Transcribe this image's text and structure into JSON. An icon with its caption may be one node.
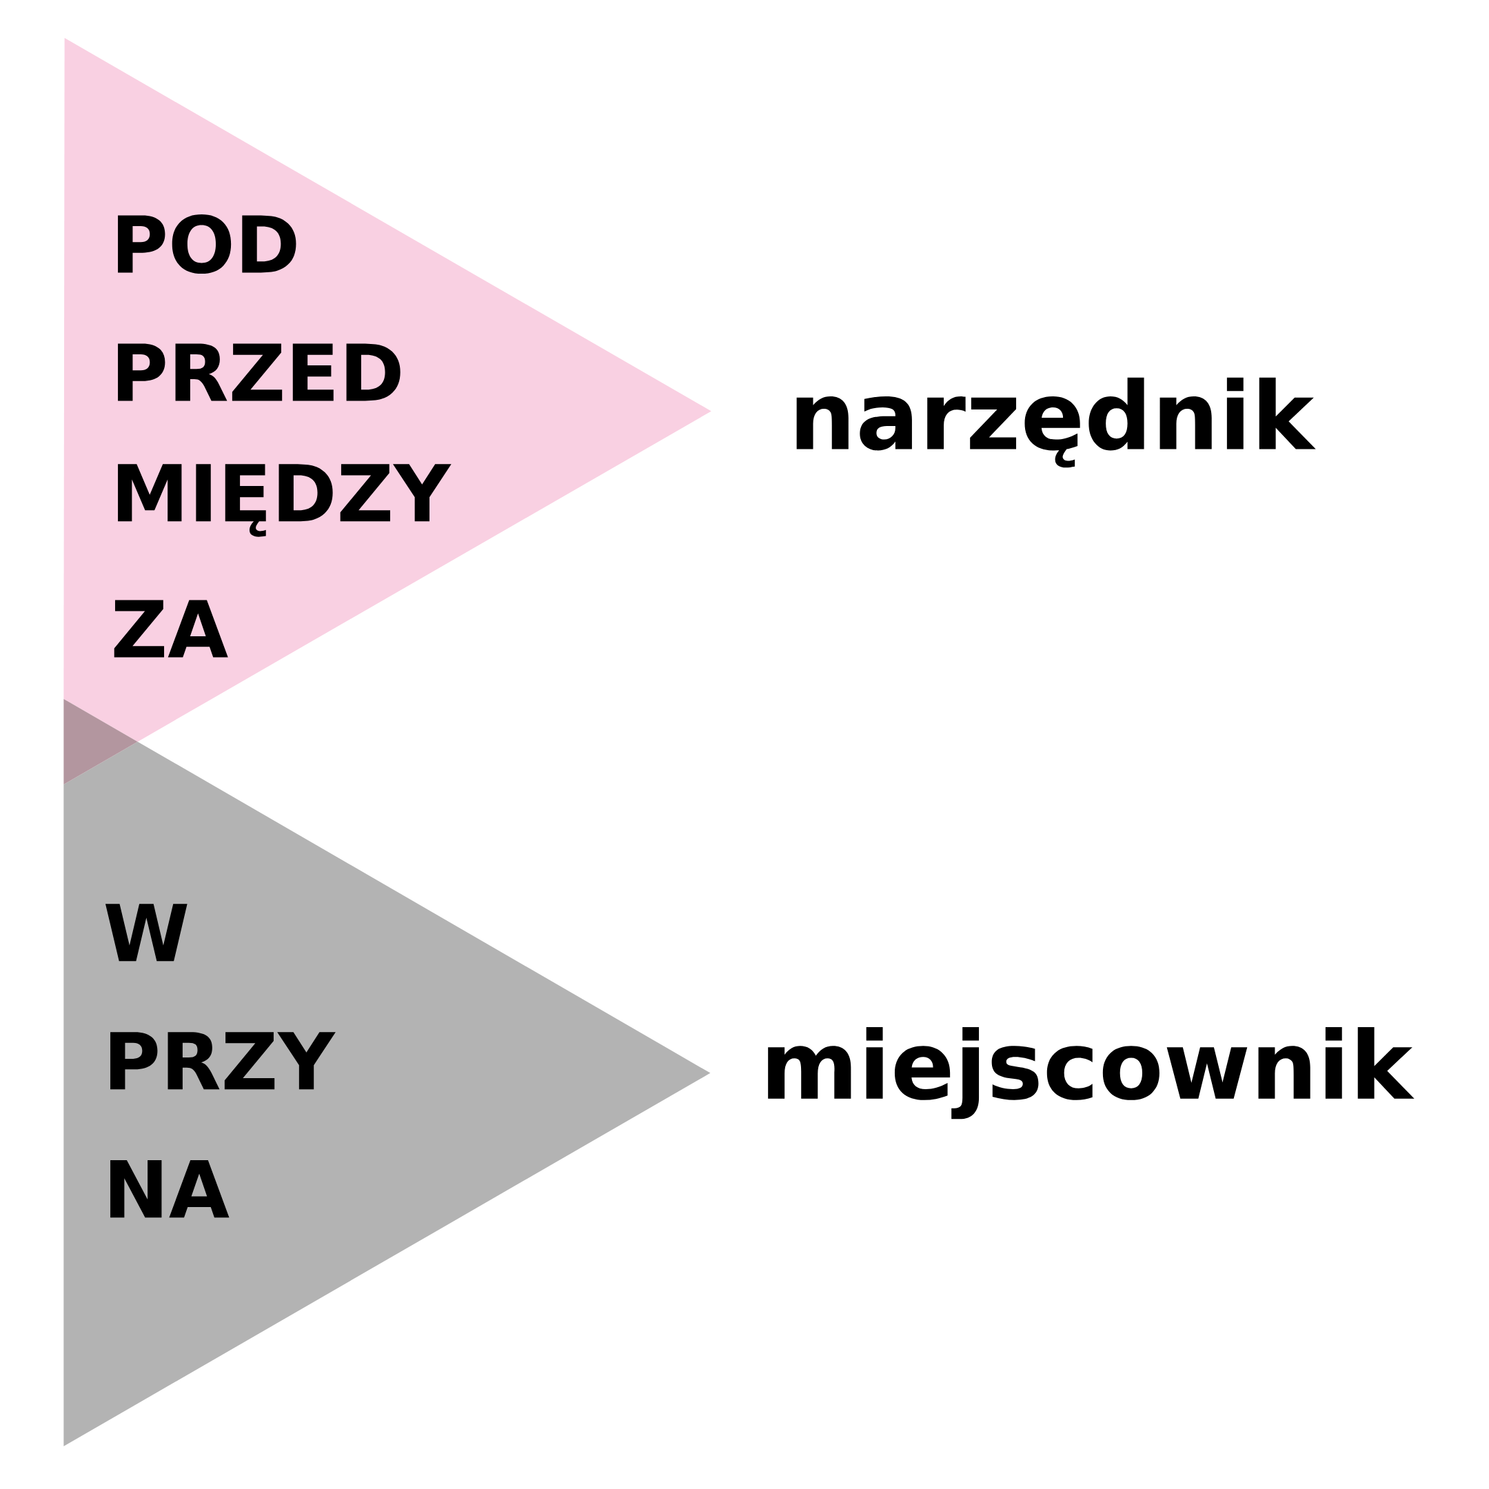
{
  "diagram": {
    "nodes": [
      {
        "text": [
          "POD",
          "PRZED",
          "MIĘDZY",
          "ZA"
        ],
        "beside": [
          "narzędnik"
        ]
      },
      {
        "text": [
          "W",
          "PRZY",
          "NA"
        ],
        "beside": [
          "miejscownik"
        ]
      }
    ]
  }
}
